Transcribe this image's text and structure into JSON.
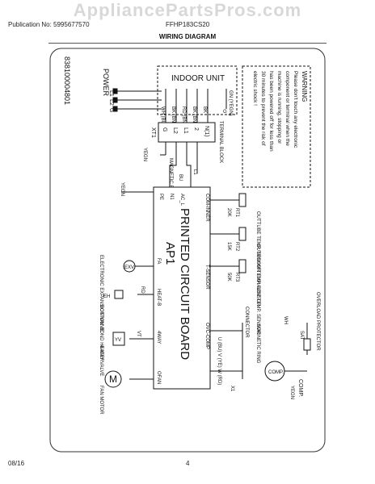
{
  "watermark": "AppliancePartsPros.com",
  "publication": "Publication No: 5995677570",
  "model": "FFHP183CS20",
  "title": "WIRING DIAGRAM",
  "footer": {
    "date": "08/16",
    "page": "4"
  },
  "diagram": {
    "part_number": "838100004801",
    "power": "POWER",
    "power_pins": [
      "L1",
      "L2",
      "G"
    ],
    "indoor_unit": "INDOOR UNIT",
    "warning_title": "WARNING",
    "warning_lines": [
      "Please don't touch any electronic",
      "component or terminal when the",
      "machine is running, stopping or",
      "has been powered off for less than",
      "30 minutes to prevent the risk of",
      "electric shock !"
    ],
    "terminal_block": "TERMINAL BLOCK",
    "terminals": [
      "G",
      "L2",
      "L1",
      "2",
      "N(1)"
    ],
    "wires": [
      "WH (BU)",
      "BK (BN)",
      "RD (BN)",
      "BK (BN)",
      "BK"
    ],
    "xt1": "XT1",
    "yegn": "YEGN",
    "gn_yegn": "GN (YEGN)",
    "magnetic_ring": "MAGNETIC RING",
    "bu": "BU",
    "l1": "L1",
    "ac_l": "AC_L",
    "n1": "N1",
    "com_inner": "COM-INNER",
    "pe": "PE",
    "g": "G",
    "t_sensor": "T-SENSOR",
    "ap1": "AP1",
    "board": "PRINTED CIRCUIT BOARD",
    "fa": "FA",
    "heat_b": "HEAT-B",
    "four_way": "4WAY",
    "ofan": "OFAN",
    "ovc_comp": "OVC-COMP",
    "connector": "CONNECTOR",
    "uvw": "U (BU)  V (YE)  W (RD)",
    "exv": "EXV",
    "exv_label": "ELECTRONIC EXPANSION VALVE",
    "eh": "EH",
    "eh_label": "BOTTOM BOND HEATER",
    "yv": "YV",
    "yv_label": "4-WAY VALVE",
    "fan_label": "FAN MOTOR",
    "m": "M",
    "sensors": [
      {
        "id": "RT1",
        "res": "20K",
        "label": "OUTTUBE TEMP. SENSOR"
      },
      {
        "id": "RT2",
        "res": "15K",
        "label": "OUTROOM TEMP. SENSOR"
      },
      {
        "id": "RT3",
        "res": "50K",
        "label": "EXHAUST TEMP. SENSOR"
      }
    ],
    "overload": "OVERLOAD PROTECTOR",
    "sat": "SAT",
    "comp": "COMP.",
    "x1": "X1",
    "mag_ring2": "MAGNETIC RING",
    "wh": "WH",
    "rd": "RD",
    "vt": "VT"
  }
}
